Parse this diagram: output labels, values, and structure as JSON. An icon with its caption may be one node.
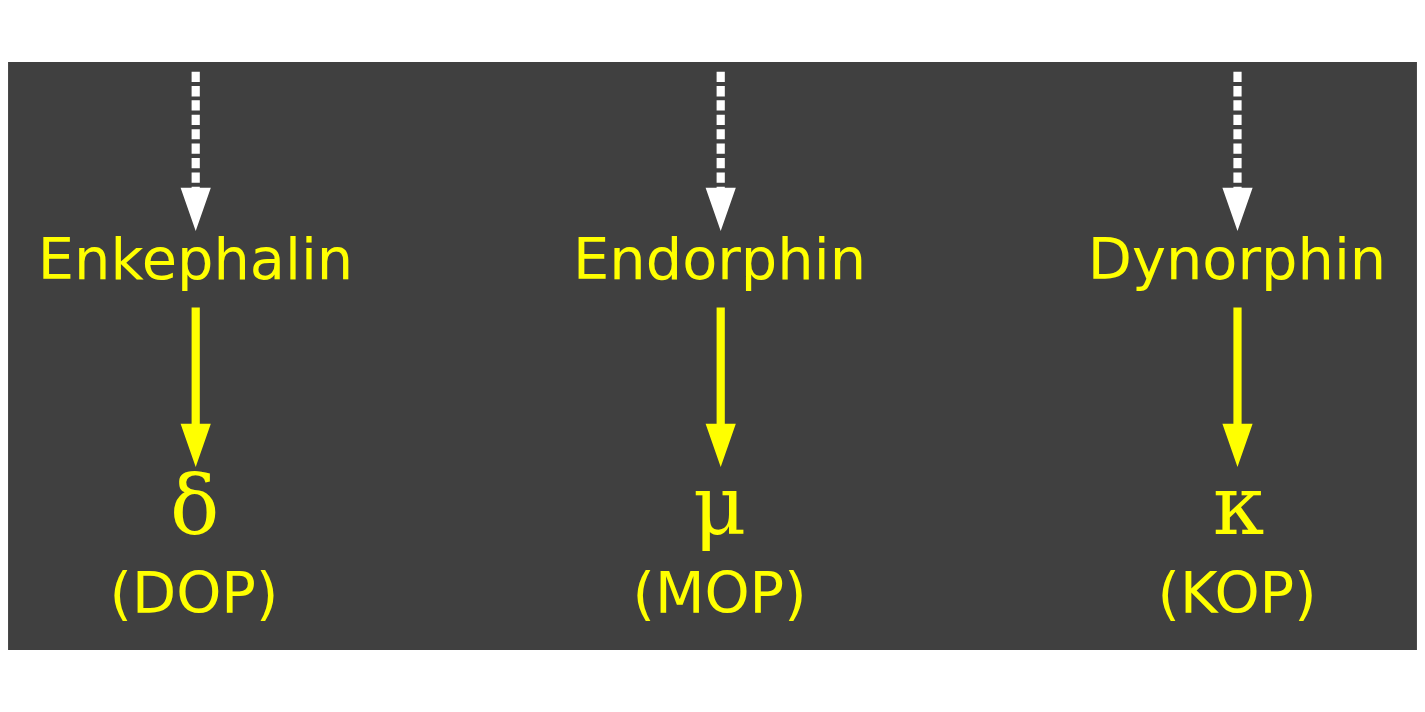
{
  "diagram": {
    "nodes": [
      {
        "text": [
          "Enkephalin"
        ]
      },
      {
        "text": [
          "Endorphin"
        ]
      },
      {
        "text": [
          "Dynorphin"
        ]
      },
      {
        "text": [
          "δ",
          "(DOP)"
        ]
      },
      {
        "text": [
          "μ",
          "(MOP)"
        ]
      },
      {
        "text": [
          "κ",
          "(KOP)"
        ]
      }
    ],
    "edges": [
      {
        "from": null,
        "to": 0,
        "arrow": "to",
        "style": "dashed",
        "color": "#ffffff"
      },
      {
        "from": null,
        "to": 1,
        "arrow": "to",
        "style": "dashed",
        "color": "#ffffff"
      },
      {
        "from": null,
        "to": 2,
        "arrow": "to",
        "style": "dashed",
        "color": "#ffffff"
      },
      {
        "from": 0,
        "to": 3,
        "arrow": "to",
        "color": "#ffff00"
      },
      {
        "from": 1,
        "to": 4,
        "arrow": "to",
        "color": "#ffff00"
      },
      {
        "from": 2,
        "to": 5,
        "arrow": "to",
        "color": "#ffff00"
      }
    ]
  }
}
